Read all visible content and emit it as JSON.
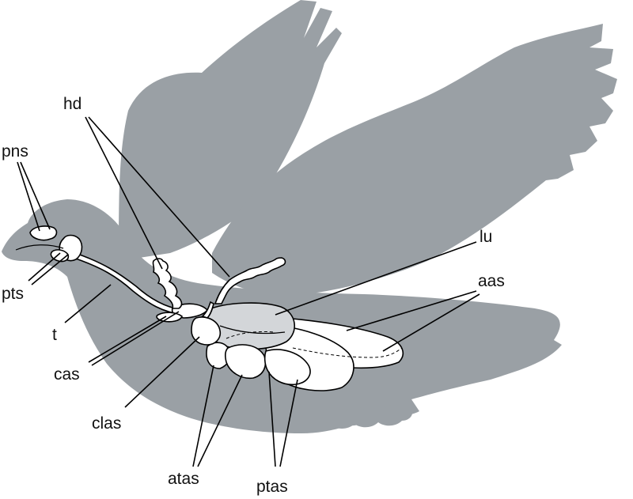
{
  "colors": {
    "silhouette": "#9aa0a5",
    "lung": "#d3d6d9",
    "organ": "#ffffff",
    "line": "#000000"
  },
  "labels": {
    "hd": "hd",
    "pns": "pns",
    "pts": "pts",
    "t": "t",
    "cas": "cas",
    "clas": "clas",
    "atas": "atas",
    "ptas": "ptas",
    "lu": "lu",
    "aas": "aas"
  }
}
